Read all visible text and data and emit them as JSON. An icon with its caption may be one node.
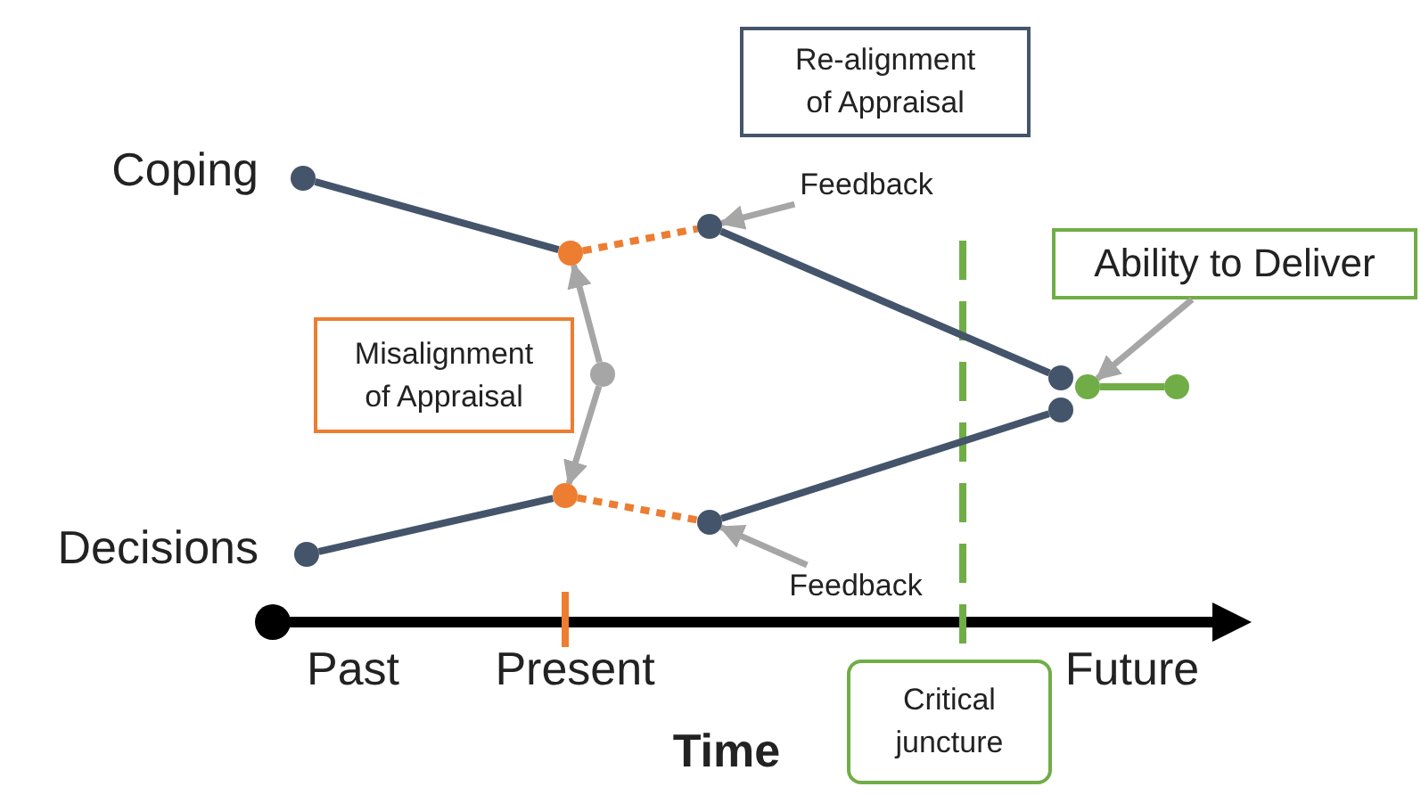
{
  "diagram": {
    "nodes": [
      {
        "text": [
          "Re-alignment of Appraisal"
        ]
      },
      {
        "text": [],
        "shape": "circle",
        "beside": [
          "Coping"
        ]
      },
      {
        "text": [],
        "shape": "circle"
      },
      {
        "text": [],
        "shape": "circle"
      },
      {
        "text": [
          "Misalignment of Appraisal"
        ]
      },
      {
        "text": [],
        "shape": "circle"
      },
      {
        "text": [],
        "shape": "circle"
      },
      {
        "text": [],
        "shape": "circle"
      },
      {
        "text": [],
        "shape": "circle",
        "beside": [
          "Decisions"
        ]
      },
      {
        "text": [],
        "shape": "circle"
      },
      {
        "text": [],
        "shape": "circle"
      },
      {
        "text": [],
        "shape": "circle"
      },
      {
        "text": [],
        "shape": "circle"
      },
      {
        "text": [
          "Ability to Deliver"
        ]
      },
      {
        "text": [
          "Feedback"
        ]
      },
      {
        "text": [
          "Feedback"
        ]
      },
      {
        "text": [
          "Critical juncture"
        ]
      }
    ],
    "edges": [
      {
        "from": 1,
        "to": 2,
        "arrow": "none",
        "color": "#44546a"
      },
      {
        "from": 2,
        "to": 3,
        "arrow": "none",
        "style": "dashed",
        "color": "#ed7d31"
      },
      {
        "from": 3,
        "to": 9,
        "arrow": "none",
        "color": "#44546a"
      },
      {
        "from": 8,
        "to": 6,
        "arrow": "none",
        "color": "#44546a"
      },
      {
        "from": 6,
        "to": 7,
        "arrow": "none",
        "style": "dashed",
        "color": "#ed7d31"
      },
      {
        "from": 7,
        "to": 10,
        "arrow": "none",
        "color": "#44546a"
      },
      {
        "from": 11,
        "to": 12,
        "arrow": "none",
        "color": "#70ad47"
      },
      {
        "from": 5,
        "to": 2,
        "arrow": "to"
      },
      {
        "from": 5,
        "to": 6,
        "arrow": "to"
      },
      {
        "from": 14,
        "to": 3,
        "arrow": "to"
      },
      {
        "from": 15,
        "to": 7,
        "arrow": "to"
      },
      {
        "from": 13,
        "to": 11,
        "arrow": "to"
      }
    ],
    "labels": [
      "Past",
      "Present",
      "Future",
      "Time"
    ]
  }
}
